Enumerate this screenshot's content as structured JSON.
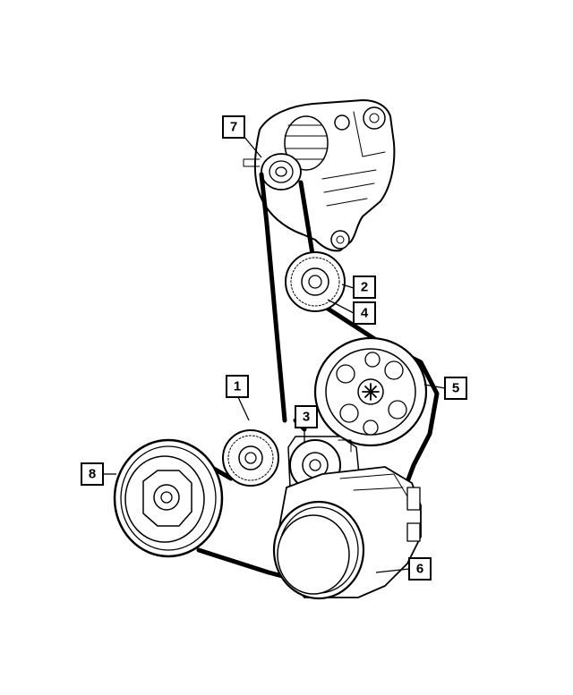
{
  "callouts": [
    {
      "id": "callout-1",
      "label": "1",
      "part": "idler-pulley-left"
    },
    {
      "id": "callout-2",
      "label": "2",
      "part": "tensioner-upper-pulley"
    },
    {
      "id": "callout-3",
      "label": "3",
      "part": "belt-tensioner"
    },
    {
      "id": "callout-4",
      "label": "4",
      "part": "tensioner-upper-bolt"
    },
    {
      "id": "callout-5",
      "label": "5",
      "part": "power-steering-pump-pulley"
    },
    {
      "id": "callout-6",
      "label": "6",
      "part": "ac-compressor"
    },
    {
      "id": "callout-7",
      "label": "7",
      "part": "generator"
    },
    {
      "id": "callout-8",
      "label": "8",
      "part": "crankshaft-damper"
    }
  ],
  "colors": {
    "line": "#000000",
    "background": "#ffffff"
  }
}
